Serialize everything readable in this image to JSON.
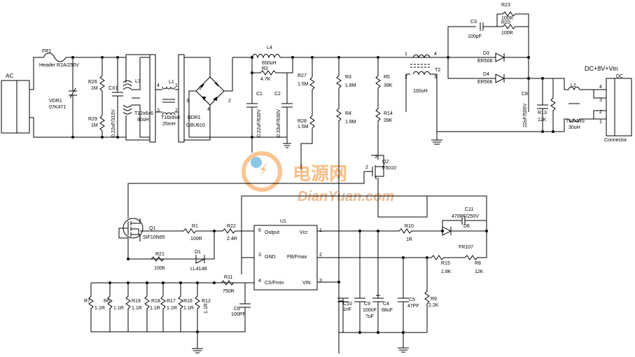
{
  "connectors": {
    "ac_label": "AC",
    "dc_label": "DC",
    "dc_connector_label": "Connector",
    "output_title": "DC+8V+Vin"
  },
  "components": {
    "FR1": {
      "ref": "FR1",
      "value": "Header R2A/250V"
    },
    "VDR1": {
      "ref": "VDR1",
      "value": "07K471"
    },
    "R26": {
      "ref": "R26",
      "value": "1M"
    },
    "R29": {
      "ref": "R29",
      "value": "1M"
    },
    "CX1": {
      "ref": "CX1",
      "value": "0.22uF/310V"
    },
    "L3": {
      "ref": "L3",
      "value": "T12x6x6",
      "value2": "90uH"
    },
    "L1": {
      "ref": "L1",
      "value": "T16x9x8",
      "value2": "25mH"
    },
    "BDR1": {
      "ref": "BDR1",
      "value": "GBU610"
    },
    "L4": {
      "ref": "L4",
      "value": "650uH"
    },
    "R2": {
      "ref": "R2",
      "value": "4.7K"
    },
    "C1": {
      "ref": "C1",
      "value": "0.22uF/630V"
    },
    "C2": {
      "ref": "C2",
      "value": "0.33uF/630V"
    },
    "R27": {
      "ref": "R27",
      "value": "1.5M"
    },
    "R28": {
      "ref": "R28",
      "value": "1.5M"
    },
    "R3": {
      "ref": "R3",
      "value": "1.8M"
    },
    "R4": {
      "ref": "R4",
      "value": "1.8M"
    },
    "R5": {
      "ref": "R5",
      "value": "39K"
    },
    "R14": {
      "ref": "R14",
      "value": "39K"
    },
    "T2": {
      "ref": "T2",
      "value": "100uH"
    },
    "Q2": {
      "ref": "Q2",
      "value": "F5010"
    },
    "C3": {
      "ref": "C3",
      "value": "100pF"
    },
    "R23": {
      "ref": "R23",
      "value": "100R"
    },
    "R20": {
      "ref": "R20",
      "value": "100R"
    },
    "D3": {
      "ref": "D3",
      "value": "ER506"
    },
    "D4": {
      "ref": "D4",
      "value": "ER506"
    },
    "C8": {
      "ref": "C8",
      "value": "22uF/500V"
    },
    "R13": {
      "ref": "R13",
      "value": "12K"
    },
    "L2": {
      "ref": "L2",
      "value": "T10x5x5",
      "value2": "30uH"
    },
    "Q1": {
      "ref": "Q1",
      "value": "SIF10N65"
    },
    "R1": {
      "ref": "R1",
      "value": "100R"
    },
    "R22": {
      "ref": "R22",
      "value": "2.4R"
    },
    "R21": {
      "ref": "R21",
      "value": "100K"
    },
    "D1": {
      "ref": "D1",
      "value": "LL4148"
    },
    "U1": {
      "ref": "U1"
    },
    "R10": {
      "ref": "R10",
      "value": "1R"
    },
    "C11": {
      "ref": "C11",
      "value": "470PF/250V"
    },
    "D6": {
      "ref": "D6",
      "value": "FR107"
    },
    "R15": {
      "ref": "R15",
      "value": "1.8K"
    },
    "R8": {
      "ref": "R8",
      "value": "12K"
    },
    "R11": {
      "ref": "R11",
      "value": "750R"
    },
    "C6": {
      "ref": "C6",
      "value": "100PF"
    },
    "R7": {
      "ref": "R7",
      "value": "1.1R"
    },
    "R6": {
      "ref": "R6",
      "value": "1.1R"
    },
    "R19": {
      "ref": "R19",
      "value": "1.1R"
    },
    "R18": {
      "ref": "R18",
      "value": "1.1R"
    },
    "R17": {
      "ref": "R17",
      "value": "1.1R"
    },
    "R16": {
      "ref": "R16",
      "value": "1.1R"
    },
    "R12": {
      "ref": "R12",
      "value": "1.1R"
    },
    "C10": {
      "ref": "C10",
      "value": "1nF"
    },
    "C9": {
      "ref": "C9",
      "value": "100nF",
      "value2": "?uF"
    },
    "C4": {
      "ref": "C4",
      "value": "68uF"
    },
    "C5": {
      "ref": "C5",
      "value": "47PF"
    },
    "R9": {
      "ref": "R9",
      "value": "2.2K"
    }
  },
  "ic": {
    "pins": {
      "output": "Output",
      "vcc": "Vcc",
      "gnd": "GND",
      "fb": "FB/Fmax",
      "cs": "CS/Fmin",
      "vin": "VIN"
    },
    "pin_numbers": {
      "output": "6",
      "vcc": "1",
      "gnd": "3",
      "fb": "2",
      "cs": "4",
      "vin": "3"
    }
  },
  "pin_labels": {
    "l1": [
      "4",
      "1",
      "3",
      "2"
    ],
    "bdr": [
      "1",
      "2",
      "3",
      "4"
    ],
    "t2": [
      "1",
      "2",
      "3",
      "4"
    ],
    "q": [
      "1",
      "2",
      "3"
    ],
    "dc": [
      "4",
      "3",
      "2",
      "1"
    ]
  },
  "watermark": {
    "cn": "电源网",
    "en": "DianYuan.com"
  },
  "colors": {
    "wire": "#000000",
    "watermark_orange": "#f28c28",
    "watermark_blue": "#1a8fd1"
  }
}
